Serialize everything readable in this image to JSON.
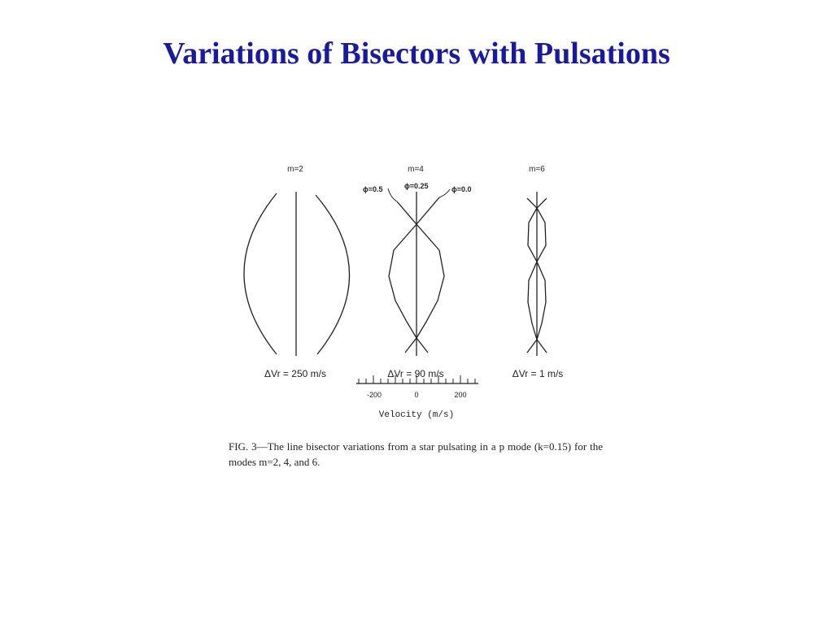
{
  "slide": {
    "title": "Variations of Bisectors with Pulsations"
  },
  "figure": {
    "panels": [
      {
        "mode_label": "m=2",
        "amplitude_label": "ΔVr = 250 m/s"
      },
      {
        "mode_label": "m=4",
        "amplitude_label": "ΔVr = 90 m/s"
      },
      {
        "mode_label": "m=6",
        "amplitude_label": "ΔVr = 1 m/s"
      }
    ],
    "phase_labels": [
      "ϕ=0.5",
      "ϕ=0.25",
      "ϕ=0.0"
    ],
    "axis": {
      "tick_labels": [
        "-200",
        "0",
        "200"
      ],
      "label": "Velocity (m/s)"
    },
    "caption": {
      "fig_label": "FIG. 3",
      "text": "—The line bisector variations from a star pulsating in a p mode (k=0.15) for the modes m=2, 4, and 6."
    }
  },
  "colors": {
    "title": "#1a1a9c",
    "line": "#222222"
  }
}
